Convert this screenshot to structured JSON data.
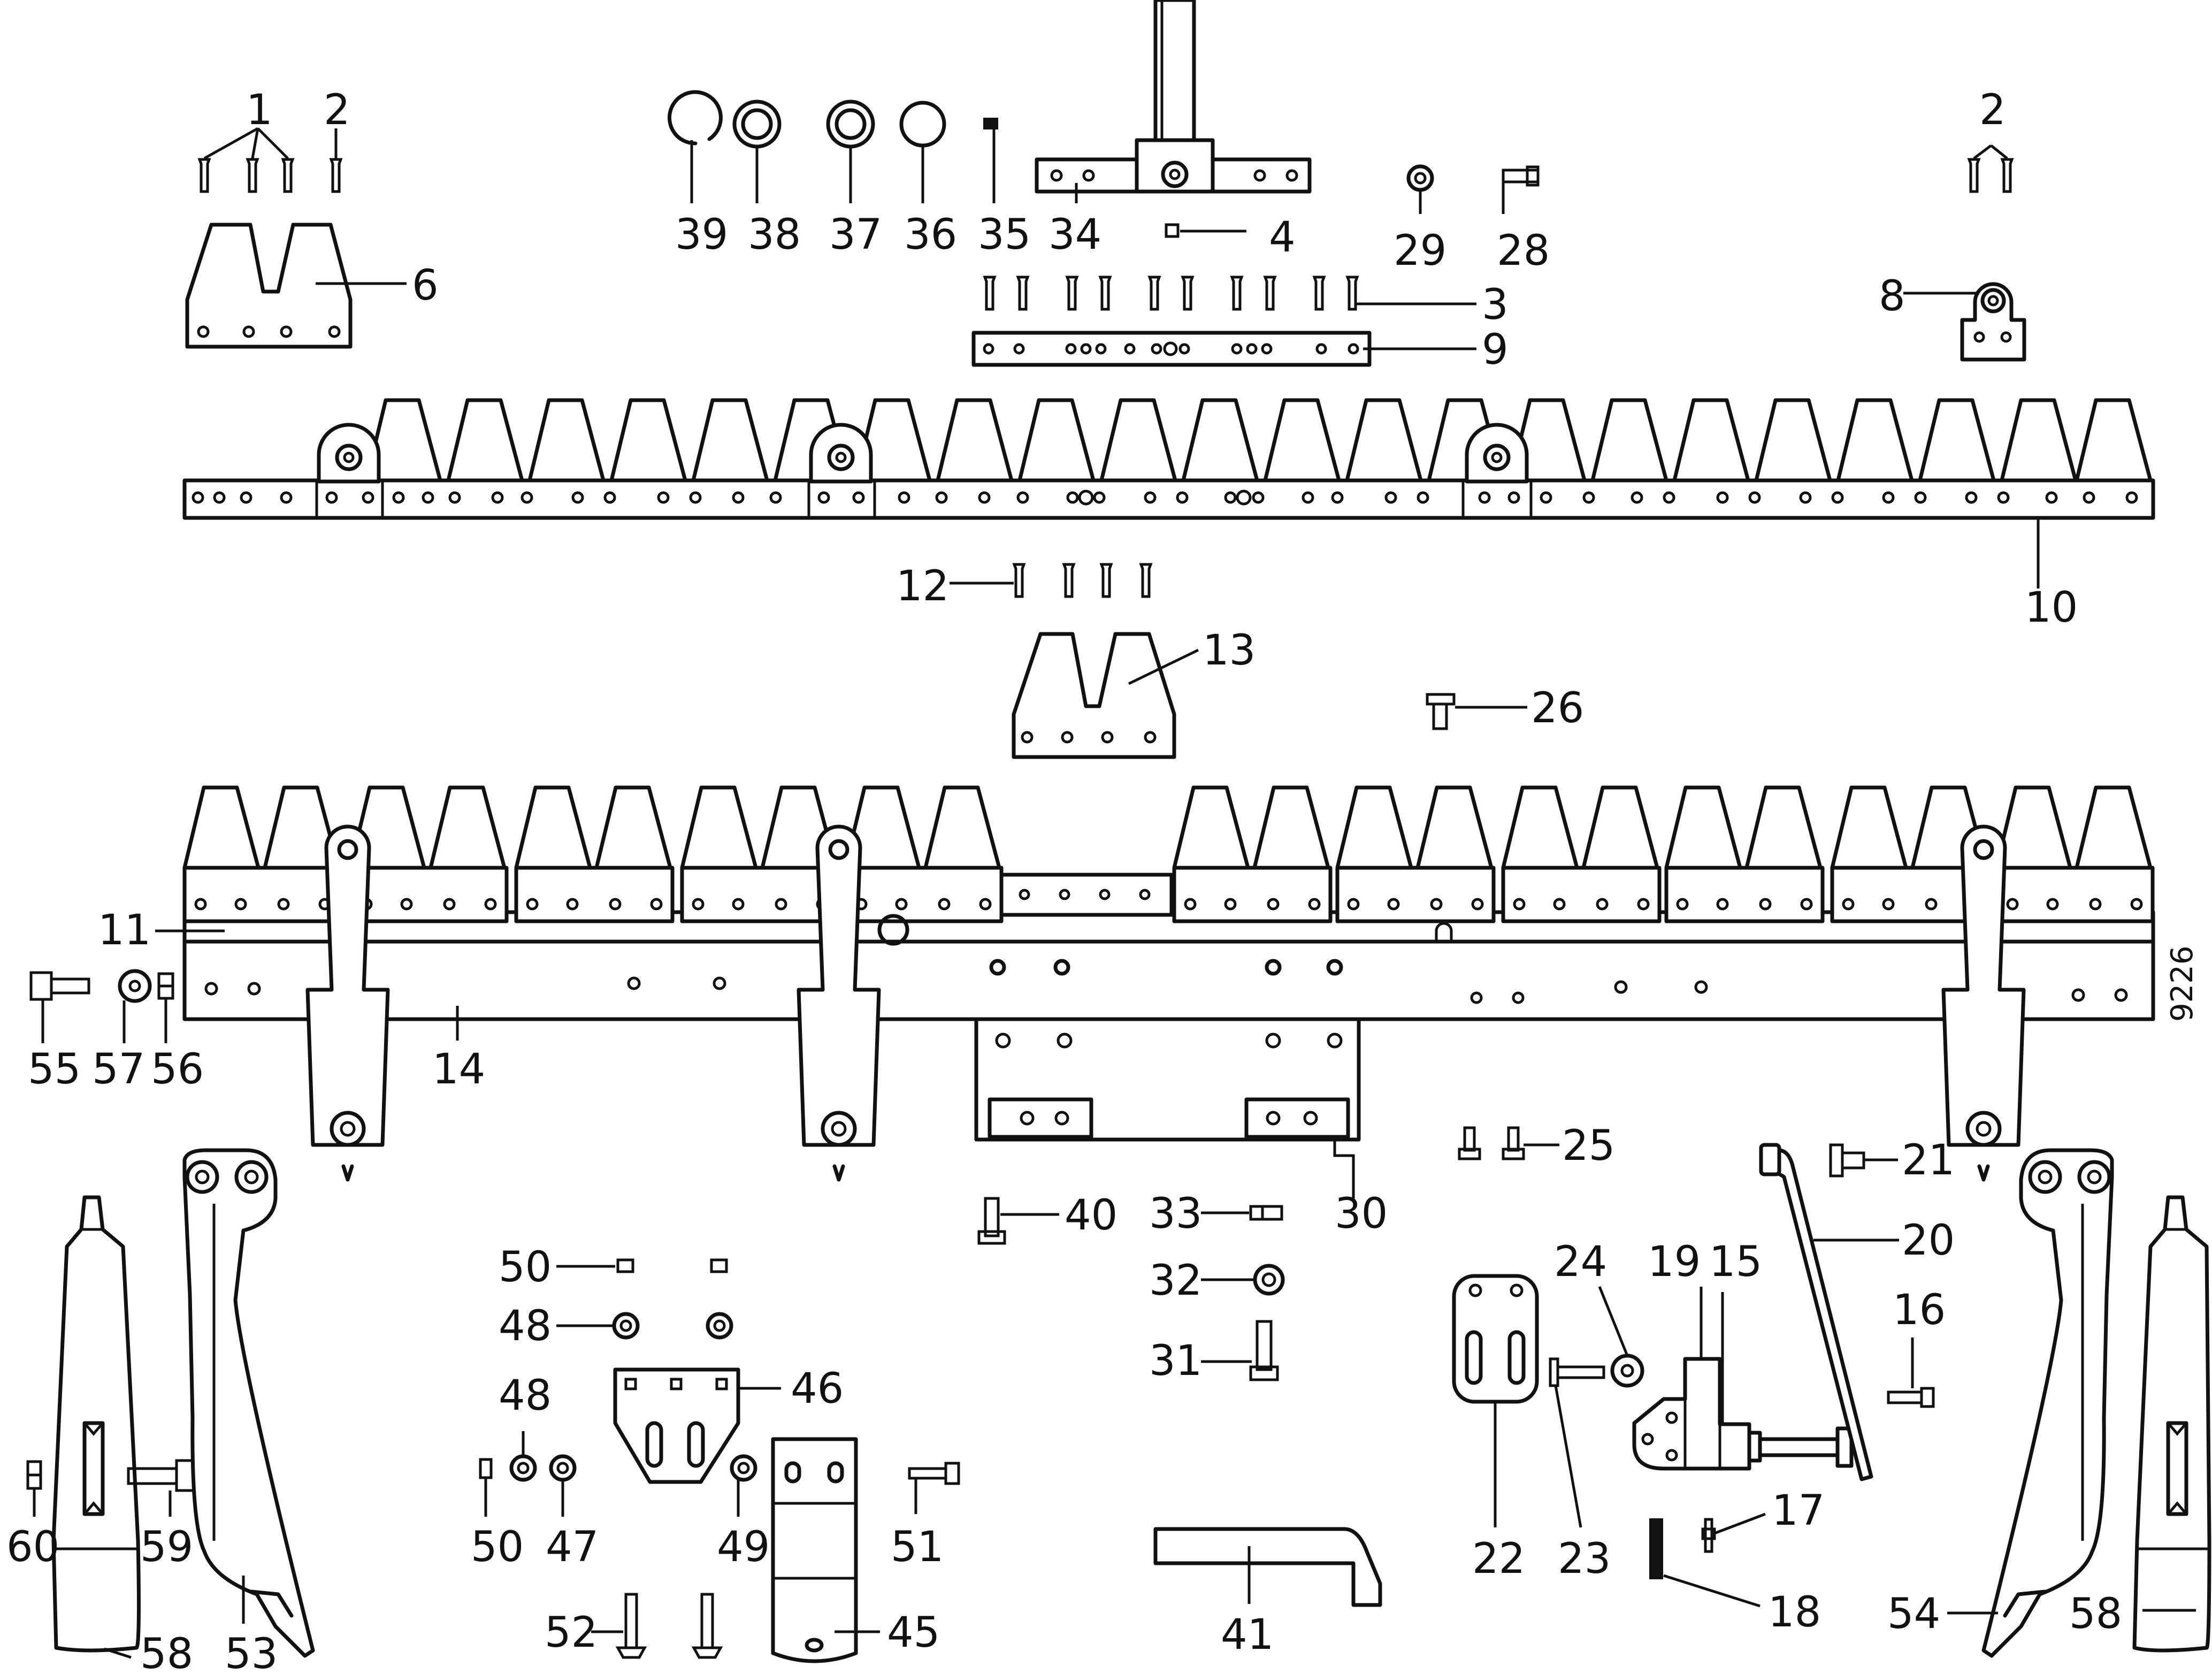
{
  "reference_number": "9226",
  "callouts": [
    "1",
    "2",
    "2",
    "3",
    "4",
    "6",
    "8",
    "9",
    "10",
    "11",
    "12",
    "13",
    "14",
    "15",
    "16",
    "17",
    "18",
    "19",
    "20",
    "21",
    "22",
    "23",
    "24",
    "25",
    "26",
    "28",
    "29",
    "30",
    "31",
    "32",
    "33",
    "34",
    "35",
    "36",
    "37",
    "38",
    "39",
    "40",
    "41",
    "45",
    "46",
    "47",
    "48",
    "48",
    "49",
    "50",
    "50",
    "51",
    "52",
    "53",
    "54",
    "55",
    "56",
    "57",
    "58",
    "58",
    "59",
    "60"
  ]
}
